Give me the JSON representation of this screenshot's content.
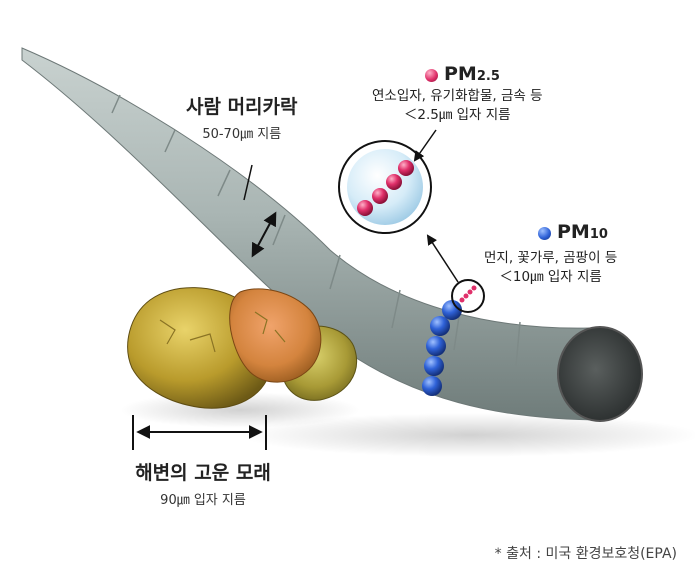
{
  "hair": {
    "title": "사람 머리카락",
    "size": "50-70㎛ 지름"
  },
  "sand": {
    "title": "해변의 고운 모래",
    "size": "90㎛ 입자 지름"
  },
  "pm25": {
    "label_main": "PM",
    "label_sub": "2.5",
    "desc_line1": "연소입자, 유기화합물, 금속 등",
    "desc_line2": "＜2.5㎛ 입자 지름",
    "color": "#e0306a"
  },
  "pm10": {
    "label_main": "PM",
    "label_sub": "10",
    "desc_line1": "먼지, 꽃가루, 곰팡이 등",
    "desc_line2": "＜10㎛ 입자 지름",
    "color": "#2f57c9"
  },
  "source": "* 출처 : 미국 환경보호청(EPA)"
}
